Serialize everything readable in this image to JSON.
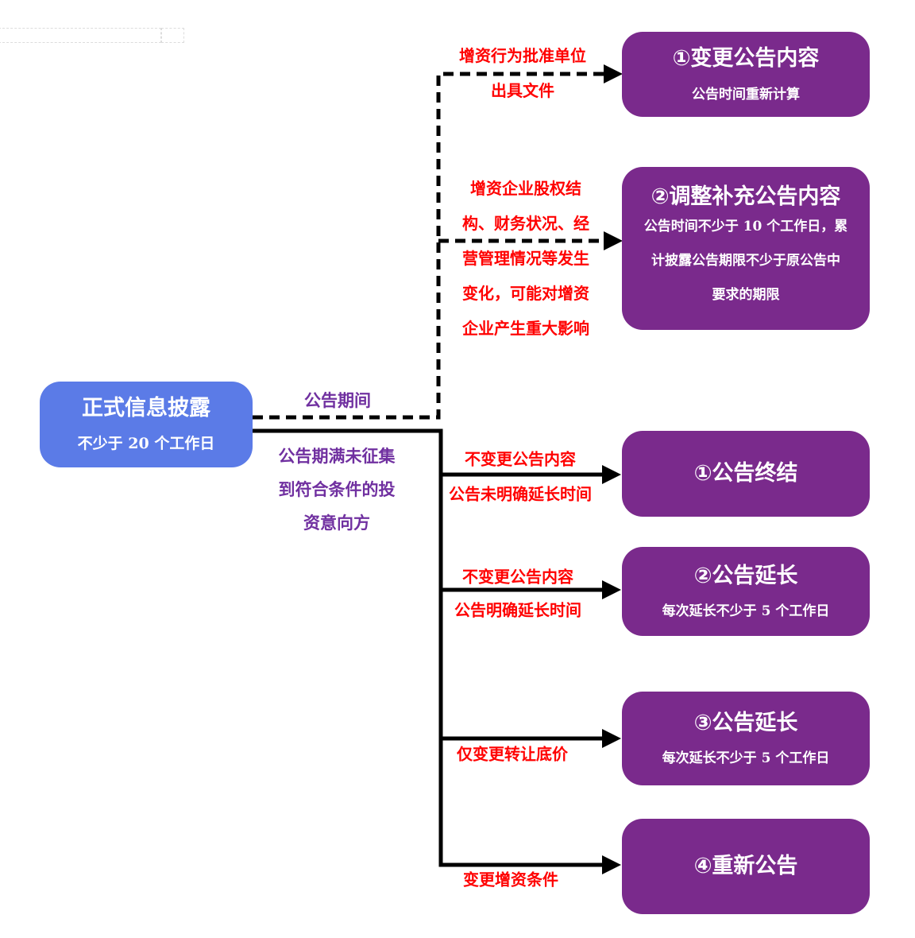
{
  "colors": {
    "source_fill": "#5b7be7",
    "target_fill": "#7a2a8c",
    "red_label": "#ff0000",
    "purple_label": "#7030a0",
    "line": "#000000"
  },
  "source_node": {
    "title": "正式信息披露",
    "subtitle": "不少于 20 个工作日"
  },
  "edge_labels": {
    "dashed_trunk": "公告期间",
    "solid_trunk_lines": [
      "公告期满未征集",
      "到符合条件的投",
      "资意向方"
    ],
    "to_change_content_lines": [
      "增资行为批准单位",
      "出具文件"
    ],
    "to_adjust_content_lines": [
      "增资企业股权结",
      "构、财务状况、经",
      "营管理情况等发生",
      "变化，可能对增资",
      "企业产生重大影响"
    ],
    "to_terminate_above": "不变更公告内容",
    "to_terminate_below": "公告未明确延长时间",
    "to_extend2_above": "不变更公告内容",
    "to_extend2_below": "公告明确延长时间",
    "to_extend3_below": "仅变更转让底价",
    "to_renew_below": "变更增资条件"
  },
  "target_nodes": [
    {
      "title": "①变更公告内容",
      "subtitle_lines": [
        "公告时间重新计算"
      ]
    },
    {
      "title": "②调整补充公告内容",
      "subtitle_lines": [
        "公告时间不少于 10 个工作日，累",
        "计披露公告期限不少于原公告中",
        "要求的期限"
      ]
    },
    {
      "title": "①公告终结",
      "subtitle_lines": []
    },
    {
      "title": "②公告延长",
      "subtitle_lines": [
        "每次延长不少于 5 个工作日"
      ]
    },
    {
      "title": "③公告延长",
      "subtitle_lines": [
        "每次延长不少于 5 个工作日"
      ]
    },
    {
      "title": "④重新公告",
      "subtitle_lines": []
    }
  ]
}
